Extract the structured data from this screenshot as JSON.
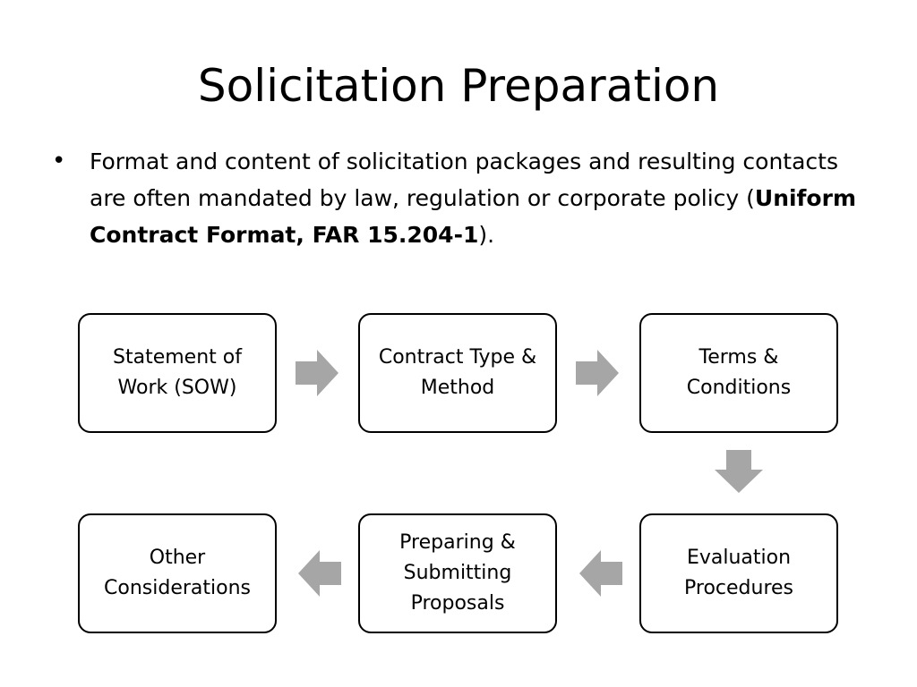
{
  "slide": {
    "title": "Solicitation Preparation",
    "bullet": {
      "text_before": "Format and content of solicitation packages and resulting contacts are often mandated by law, regulation or corporate policy (",
      "bold_text": "Uniform Contract Format, FAR 15.204-1",
      "text_after": ")."
    }
  },
  "flow": {
    "steps": [
      {
        "label": "Statement of Work (SOW)"
      },
      {
        "label": "Contract Type & Method"
      },
      {
        "label": "Terms & Conditions"
      },
      {
        "label": "Evaluation Procedures"
      },
      {
        "label": "Preparing & Submitting Proposals"
      },
      {
        "label": "Other Considerations"
      }
    ],
    "arrow_color": "#a6a6a6"
  }
}
